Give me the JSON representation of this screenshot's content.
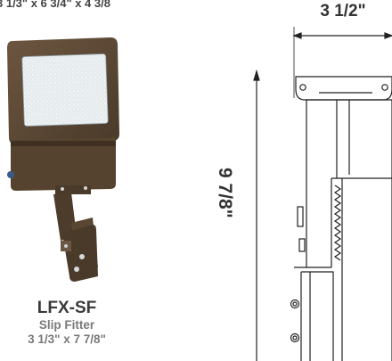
{
  "header": {
    "overall_dimensions": "3 1/3\" x 6 3/4\" x 4 3/8"
  },
  "product": {
    "model": "LFX-SF",
    "fitter_type": "Slip Fitter",
    "fitter_dimensions": "3 1/3\" x 7 7/8\""
  },
  "side_view": {
    "width_label": "3 1/2\"",
    "height_label": "9 7/8\""
  },
  "colors": {
    "housing": "#5e4a36",
    "housing_dark": "#3f3022",
    "led_panel": "#e9eef0",
    "line": "#222222",
    "text_dark": "#333333",
    "text_gray": "#7a7a7a"
  },
  "icons": [
    "flood-light-fixture-image",
    "side-profile-drawing"
  ]
}
